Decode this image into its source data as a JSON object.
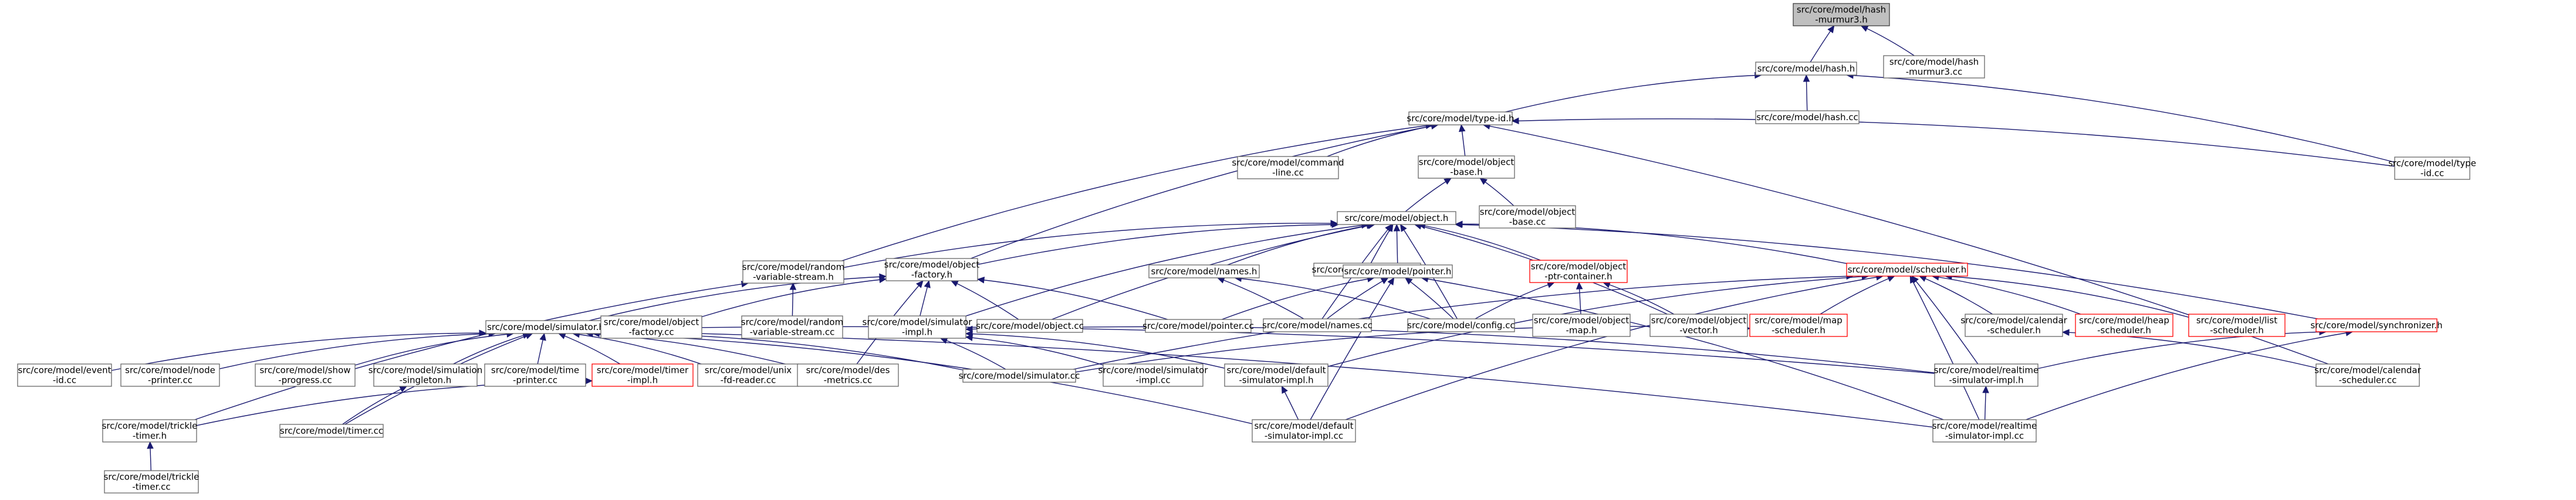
{
  "nodes": [
    {
      "id": "hash_murmur3_h",
      "lines": [
        "src/core/model/hash",
        "-murmur3.h"
      ],
      "style": "root"
    },
    {
      "id": "hash_murmur3_cc",
      "lines": [
        "src/core/model/hash",
        "-murmur3.cc"
      ]
    },
    {
      "id": "hash_h",
      "lines": [
        "src/core/model/hash.h"
      ]
    },
    {
      "id": "hash_cc",
      "lines": [
        "src/core/model/hash.cc"
      ]
    },
    {
      "id": "type_id_h",
      "lines": [
        "src/core/model/type-id.h"
      ]
    },
    {
      "id": "type_id_cc",
      "lines": [
        "src/core/model/type",
        "-id.cc"
      ]
    },
    {
      "id": "command_line_cc",
      "lines": [
        "src/core/model/command",
        "-line.cc"
      ]
    },
    {
      "id": "object_base_h",
      "lines": [
        "src/core/model/object",
        "-base.h"
      ]
    },
    {
      "id": "object_base_cc",
      "lines": [
        "src/core/model/object",
        "-base.cc"
      ]
    },
    {
      "id": "object_h",
      "lines": [
        "src/core/model/object.h"
      ]
    },
    {
      "id": "random_variable_stream_h",
      "lines": [
        "src/core/model/random",
        "-variable-stream.h"
      ]
    },
    {
      "id": "object_factory_h",
      "lines": [
        "src/core/model/object",
        "-factory.h"
      ]
    },
    {
      "id": "names_h",
      "lines": [
        "src/core/model/names.h"
      ]
    },
    {
      "id": "double_cc",
      "lines": [
        "src/core/model/double.cc"
      ]
    },
    {
      "id": "pointer_h",
      "lines": [
        "src/core/model/pointer.h"
      ]
    },
    {
      "id": "object_ptr_container_h",
      "lines": [
        "src/core/model/object",
        "-ptr-container.h"
      ],
      "style": "trunc"
    },
    {
      "id": "scheduler_h",
      "lines": [
        "src/core/model/scheduler.h"
      ],
      "style": "trunc"
    },
    {
      "id": "simulator_h",
      "lines": [
        "src/core/model/simulator.h"
      ]
    },
    {
      "id": "object_factory_cc",
      "lines": [
        "src/core/model/object",
        "-factory.cc"
      ]
    },
    {
      "id": "random_variable_stream_cc",
      "lines": [
        "src/core/model/random",
        "-variable-stream.cc"
      ]
    },
    {
      "id": "simulator_impl_h",
      "lines": [
        "src/core/model/simulator",
        "-impl.h"
      ]
    },
    {
      "id": "object_cc",
      "lines": [
        "src/core/model/object.cc"
      ]
    },
    {
      "id": "pointer_cc",
      "lines": [
        "src/core/model/pointer.cc"
      ]
    },
    {
      "id": "names_cc",
      "lines": [
        "src/core/model/names.cc"
      ]
    },
    {
      "id": "config_cc",
      "lines": [
        "src/core/model/config.cc"
      ]
    },
    {
      "id": "object_map_h",
      "lines": [
        "src/core/model/object",
        "-map.h"
      ]
    },
    {
      "id": "object_vector_h",
      "lines": [
        "src/core/model/object",
        "-vector.h"
      ]
    },
    {
      "id": "map_scheduler_h",
      "lines": [
        "src/core/model/map",
        "-scheduler.h"
      ],
      "style": "trunc"
    },
    {
      "id": "calendar_scheduler_h",
      "lines": [
        "src/core/model/calendar",
        "-scheduler.h"
      ]
    },
    {
      "id": "heap_scheduler_h",
      "lines": [
        "src/core/model/heap",
        "-scheduler.h"
      ],
      "style": "trunc"
    },
    {
      "id": "list_scheduler_h",
      "lines": [
        "src/core/model/list",
        "-scheduler.h"
      ],
      "style": "trunc"
    },
    {
      "id": "synchronizer_h",
      "lines": [
        "src/core/model/synchronizer.h"
      ],
      "style": "trunc"
    },
    {
      "id": "event_id_cc",
      "lines": [
        "src/core/model/event",
        "-id.cc"
      ]
    },
    {
      "id": "node_printer_cc",
      "lines": [
        "src/core/model/node",
        "-printer.cc"
      ]
    },
    {
      "id": "show_progress_cc",
      "lines": [
        "src/core/model/show",
        "-progress.cc"
      ]
    },
    {
      "id": "simulation_singleton_h",
      "lines": [
        "src/core/model/simulation",
        "-singleton.h"
      ]
    },
    {
      "id": "time_printer_cc",
      "lines": [
        "src/core/model/time",
        "-printer.cc"
      ]
    },
    {
      "id": "timer_impl_h",
      "lines": [
        "src/core/model/timer",
        "-impl.h"
      ],
      "style": "trunc"
    },
    {
      "id": "unix_fd_reader_cc",
      "lines": [
        "src/core/model/unix",
        "-fd-reader.cc"
      ]
    },
    {
      "id": "des_metrics_cc",
      "lines": [
        "src/core/model/des",
        "-metrics.cc"
      ]
    },
    {
      "id": "simulator_cc",
      "lines": [
        "src/core/model/simulator.cc"
      ]
    },
    {
      "id": "simulator_impl_cc",
      "lines": [
        "src/core/model/simulator",
        "-impl.cc"
      ]
    },
    {
      "id": "default_simulator_impl_h",
      "lines": [
        "src/core/model/default",
        "-simulator-impl.h"
      ]
    },
    {
      "id": "realtime_simulator_impl_h",
      "lines": [
        "src/core/model/realtime",
        "-simulator-impl.h"
      ]
    },
    {
      "id": "calendar_scheduler_cc",
      "lines": [
        "src/core/model/calendar",
        "-scheduler.cc"
      ]
    },
    {
      "id": "trickle_timer_h",
      "lines": [
        "src/core/model/trickle",
        "-timer.h"
      ]
    },
    {
      "id": "timer_cc",
      "lines": [
        "src/core/model/timer.cc"
      ]
    },
    {
      "id": "default_simulator_impl_cc",
      "lines": [
        "src/core/model/default",
        "-simulator-impl.cc"
      ]
    },
    {
      "id": "realtime_simulator_impl_cc",
      "lines": [
        "src/core/model/realtime",
        "-simulator-impl.cc"
      ]
    },
    {
      "id": "trickle_timer_cc",
      "lines": [
        "src/core/model/trickle",
        "-timer.cc"
      ]
    }
  ],
  "edges": [
    [
      "hash_murmur3_h",
      "hash_h"
    ],
    [
      "hash_murmur3_h",
      "hash_murmur3_cc"
    ],
    [
      "hash_h",
      "type_id_h"
    ],
    [
      "hash_h",
      "hash_cc"
    ],
    [
      "hash_h",
      "type_id_cc"
    ],
    [
      "type_id_h",
      "random_variable_stream_h"
    ],
    [
      "type_id_h",
      "command_line_cc"
    ],
    [
      "type_id_h",
      "object_base_h"
    ],
    [
      "type_id_h",
      "object_factory_h"
    ],
    [
      "type_id_h",
      "type_id_cc"
    ],
    [
      "type_id_h",
      "calendar_scheduler_cc"
    ],
    [
      "object_base_h",
      "object_h"
    ],
    [
      "object_base_h",
      "object_base_cc"
    ],
    [
      "object_h",
      "random_variable_stream_h"
    ],
    [
      "object_h",
      "object_factory_h"
    ],
    [
      "object_h",
      "names_h"
    ],
    [
      "object_h",
      "double_cc"
    ],
    [
      "object_h",
      "pointer_h"
    ],
    [
      "object_h",
      "object_ptr_container_h"
    ],
    [
      "object_h",
      "scheduler_h"
    ],
    [
      "object_h",
      "simulator_impl_h"
    ],
    [
      "object_h",
      "object_cc"
    ],
    [
      "object_h",
      "config_cc"
    ],
    [
      "object_h",
      "object_vector_h"
    ],
    [
      "object_h",
      "synchronizer_h"
    ],
    [
      "object_h",
      "names_cc"
    ],
    [
      "random_variable_stream_h",
      "random_variable_stream_cc"
    ],
    [
      "random_variable_stream_h",
      "trickle_timer_h"
    ],
    [
      "object_factory_h",
      "simulator_h"
    ],
    [
      "object_factory_h",
      "object_factory_cc"
    ],
    [
      "object_factory_h",
      "simulator_impl_h"
    ],
    [
      "object_factory_h",
      "object_cc"
    ],
    [
      "object_factory_h",
      "pointer_cc"
    ],
    [
      "object_factory_h",
      "des_metrics_cc"
    ],
    [
      "names_h",
      "names_cc"
    ],
    [
      "names_h",
      "config_cc"
    ],
    [
      "pointer_h",
      "pointer_cc"
    ],
    [
      "pointer_h",
      "names_cc"
    ],
    [
      "pointer_h",
      "config_cc"
    ],
    [
      "pointer_h",
      "default_simulator_impl_cc"
    ],
    [
      "pointer_h",
      "realtime_simulator_impl_cc"
    ],
    [
      "object_ptr_container_h",
      "config_cc"
    ],
    [
      "object_ptr_container_h",
      "object_map_h"
    ],
    [
      "object_ptr_container_h",
      "object_vector_h"
    ],
    [
      "scheduler_h",
      "map_scheduler_h"
    ],
    [
      "scheduler_h",
      "calendar_scheduler_h"
    ],
    [
      "scheduler_h",
      "heap_scheduler_h"
    ],
    [
      "scheduler_h",
      "list_scheduler_h"
    ],
    [
      "scheduler_h",
      "simulator_cc"
    ],
    [
      "scheduler_h",
      "default_simulator_impl_h"
    ],
    [
      "scheduler_h",
      "realtime_simulator_impl_h"
    ],
    [
      "scheduler_h",
      "default_simulator_impl_cc"
    ],
    [
      "scheduler_h",
      "realtime_simulator_impl_cc"
    ],
    [
      "simulator_h",
      "event_id_cc"
    ],
    [
      "simulator_h",
      "node_printer_cc"
    ],
    [
      "simulator_h",
      "show_progress_cc"
    ],
    [
      "simulator_h",
      "simulation_singleton_h"
    ],
    [
      "simulator_h",
      "time_printer_cc"
    ],
    [
      "simulator_h",
      "timer_impl_h"
    ],
    [
      "simulator_h",
      "unix_fd_reader_cc"
    ],
    [
      "simulator_h",
      "des_metrics_cc"
    ],
    [
      "simulator_h",
      "simulator_cc"
    ],
    [
      "simulator_h",
      "timer_cc"
    ],
    [
      "simulator_h",
      "default_simulator_impl_cc"
    ],
    [
      "simulator_h",
      "realtime_simulator_impl_h"
    ],
    [
      "simulator_h",
      "realtime_simulator_impl_cc"
    ],
    [
      "simulator_impl_h",
      "simulator_cc"
    ],
    [
      "simulator_impl_h",
      "simulator_impl_cc"
    ],
    [
      "simulator_impl_h",
      "default_simulator_impl_h"
    ],
    [
      "simulator_impl_h",
      "realtime_simulator_impl_h"
    ],
    [
      "map_scheduler_h",
      "simulator_cc"
    ],
    [
      "calendar_scheduler_h",
      "calendar_scheduler_cc"
    ],
    [
      "synchronizer_h",
      "realtime_simulator_impl_h"
    ],
    [
      "synchronizer_h",
      "realtime_simulator_impl_cc"
    ],
    [
      "simulation_singleton_h",
      "timer_cc"
    ],
    [
      "timer_impl_h",
      "trickle_timer_h"
    ],
    [
      "default_simulator_impl_h",
      "default_simulator_impl_cc"
    ],
    [
      "realtime_simulator_impl_h",
      "realtime_simulator_impl_cc"
    ],
    [
      "trickle_timer_h",
      "trickle_timer_cc"
    ]
  ],
  "colors": {
    "edge": "#191970",
    "node_border": "#666666",
    "root_fill": "#bfbfbf",
    "truncated_border": "#ff0000"
  }
}
